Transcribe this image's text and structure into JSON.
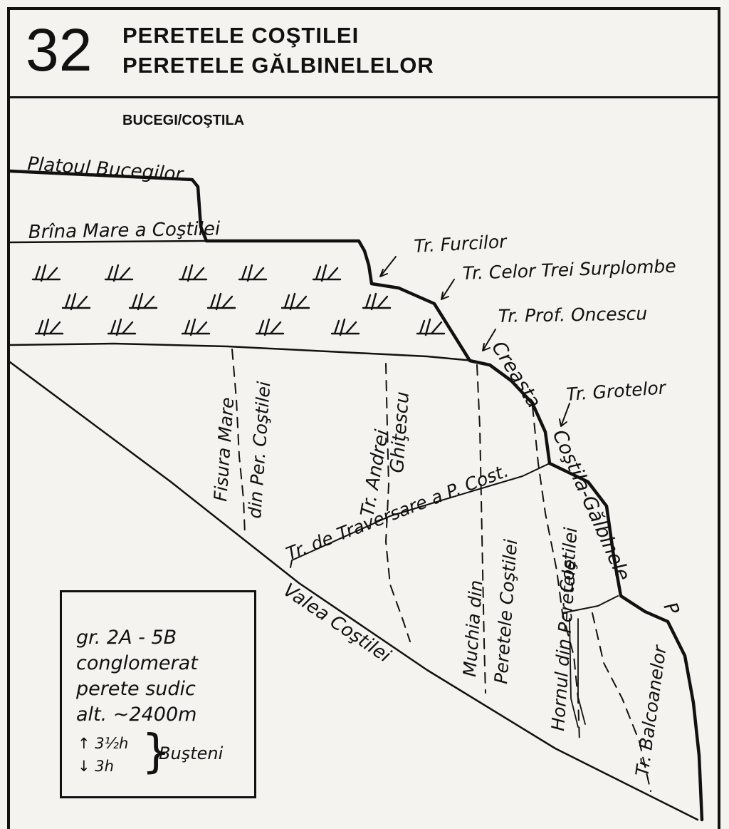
{
  "header": {
    "route_number": "32",
    "title_line_1": "PERETELE COŞTILEI",
    "title_line_2": "PERETELE GĂLBINELELOR",
    "location": "BUCEGI/COŞTILA"
  },
  "labels": {
    "plateau": "Platoul Bucegilor",
    "ledge": "Brîna Mare a Coştilei",
    "furcilor": "Tr. Furcilor",
    "surplombe": "Tr. Celor Trei Surplombe",
    "oncescu": "Tr. Prof. Oncescu",
    "creasta": "Creasta",
    "grotelor": "Tr. Grotelor",
    "costila_galbinele": "Coştila-Gălbinele",
    "p_mark": "P",
    "fisura_1": "Fisura Mare",
    "fisura_2": "din Per. Coştilei",
    "andrei_1": "Tr. Andrei",
    "andrei_2": "Ghiţescu",
    "traversare": "Tr. de Traversare a P. Cost.",
    "valea": "Valea Coştilei",
    "muchia_1": "Muchia din",
    "muchia_2": "Peretele Coştilei",
    "hornul_1": "Hornul din Peretele",
    "hornul_2": "Coştilei",
    "balcoanelor": "Tr. Balcoanelor"
  },
  "legend": {
    "grade": "gr. 2A - 5B",
    "rock": "conglomerat",
    "face": "perete sudic",
    "altitude": "alt. ~2400m",
    "ascent": "↑ 3½h",
    "descent": "↓ 3h",
    "brace": "}",
    "town": "Buşteni"
  }
}
